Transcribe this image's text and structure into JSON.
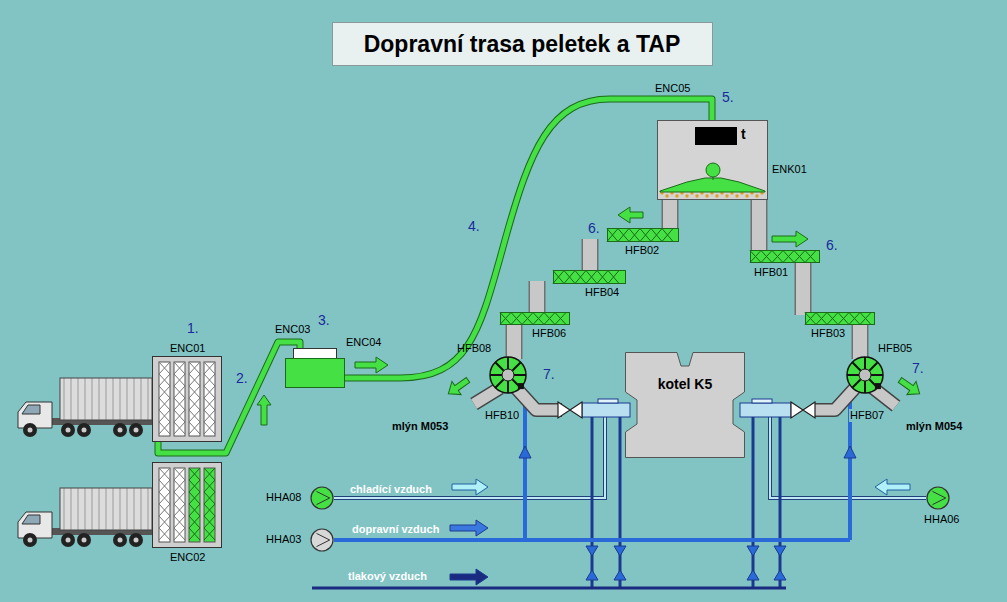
{
  "diagram": {
    "title": "Dopravní trasa peletek a TAP",
    "nodes": [
      {
        "text": [
          "ENC01"
        ]
      },
      {
        "text": [
          "ENC02"
        ]
      },
      {
        "text": [
          "ENC04"
        ]
      },
      {
        "text": [
          "t",
          "ENK01"
        ]
      },
      {
        "text": [
          "kotel K5"
        ]
      },
      {
        "text": [
          "HFB02"
        ]
      },
      {
        "text": [
          "HFB04"
        ]
      },
      {
        "text": [
          "HFB06"
        ]
      },
      {
        "text": [
          "HFB08"
        ]
      },
      {
        "text": [
          "HFB01"
        ]
      },
      {
        "text": [
          "HFB03"
        ]
      },
      {
        "text": [
          "HFB05"
        ]
      },
      {
        "text": [
          "HHA08"
        ]
      },
      {
        "text": [
          "HHA03"
        ]
      },
      {
        "text": [
          "HHA06"
        ]
      }
    ],
    "edges": [
      {
        "from": 0,
        "to": 2,
        "arrow": "none",
        "label": "ENC03"
      },
      {
        "from": 2,
        "to": 3,
        "arrow": "none",
        "label": "ENC05"
      },
      {
        "from": 3,
        "to": 5,
        "arrow": "none"
      },
      {
        "from": 5,
        "to": 6,
        "arrow": "none"
      },
      {
        "from": 6,
        "to": 7,
        "arrow": "none"
      },
      {
        "from": 7,
        "to": 8,
        "arrow": "none"
      },
      {
        "from": 3,
        "to": 9,
        "arrow": "none"
      },
      {
        "from": 9,
        "to": 10,
        "arrow": "none"
      },
      {
        "from": 10,
        "to": 11,
        "arrow": "none"
      }
    ],
    "labels": [
      "1.",
      "2.",
      "3.",
      "4.",
      "5.",
      "6.",
      "6.",
      "7.",
      "7.",
      "HFB10",
      "HFB07",
      "mlýn M053",
      "mlýn M054",
      "chladící vzduch",
      "dopravní vzduch",
      "tlakový vzduch"
    ]
  }
}
